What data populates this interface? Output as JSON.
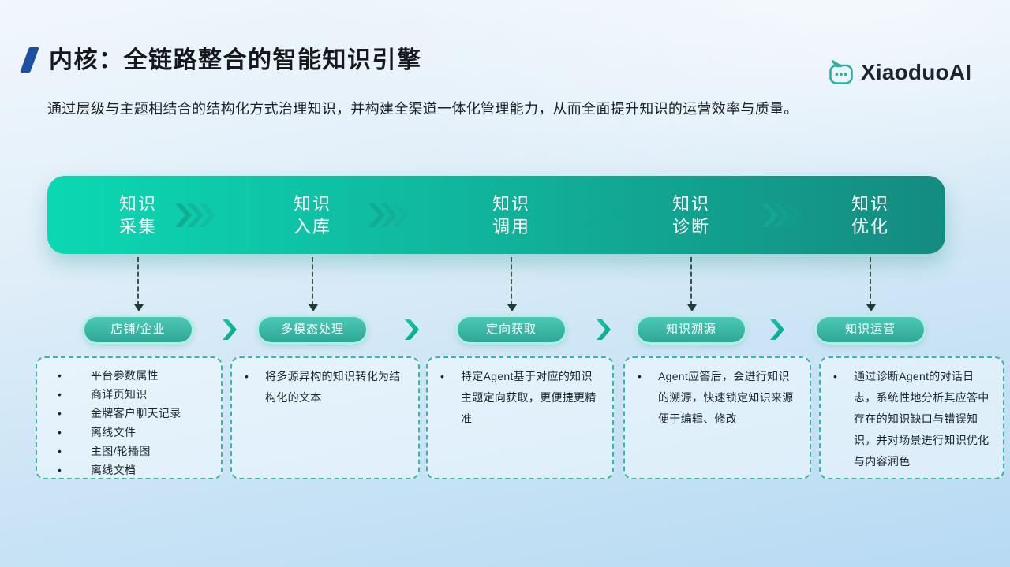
{
  "header": {
    "title": "内核：全链路整合的智能知识引擎",
    "subtitle": "通过层级与主题相结合的结构化方式治理知识，并构建全渠道一体化管理能力，从而全面提升知识的运营效率与质量。",
    "logo_text": "XiaoduoAI"
  },
  "colors": {
    "slash_blue": "#1d4fa3",
    "bar_gradient_start": "#0bd8b2",
    "bar_gradient_end": "#148b80",
    "bar_chevron": "#12a88e",
    "pill_fill_top": "#4dc9b7",
    "pill_fill_bottom": "#2ea795",
    "pill_glow": "#b0f0e4",
    "pill_chevron_top": "#15cba9",
    "pill_chevron_bottom": "#089e85",
    "card_border": "#3db3a2",
    "arrow_dark": "#203b33",
    "logo_teal": "#29b3a2",
    "background_top": "#f1f7fc",
    "background_bottom": "#b7daf3"
  },
  "pipeline": {
    "stages": [
      {
        "title_lines": [
          "知识",
          "采集"
        ],
        "pill": "店铺/企业",
        "bullets": [
          "平台参数属性",
          "商详页知识",
          "金牌客户聊天记录",
          "离线文件",
          "主图/轮播图",
          "离线文档"
        ]
      },
      {
        "title_lines": [
          "知识",
          "入库"
        ],
        "pill": "多模态处理",
        "bullets": [
          "将多源异构的知识转化为结构化的文本"
        ]
      },
      {
        "title_lines": [
          "知识",
          "调用"
        ],
        "pill": "定向获取",
        "bullets": [
          "特定Agent基于对应的知识主题定向获取，更便捷更精准"
        ]
      },
      {
        "title_lines": [
          "知识",
          "诊断"
        ],
        "pill": "知识溯源",
        "bullets": [
          "Agent应答后，会进行知识的溯源，快速锁定知识来源便于编辑、修改"
        ]
      },
      {
        "title_lines": [
          "知识",
          "优化"
        ],
        "pill": "知识运营",
        "bullets": [
          "通过诊断Agent的对话日志，系统性地分析其应答中存在的知识缺口与错误知识，并对场景进行知识优化与内容润色"
        ]
      }
    ]
  }
}
